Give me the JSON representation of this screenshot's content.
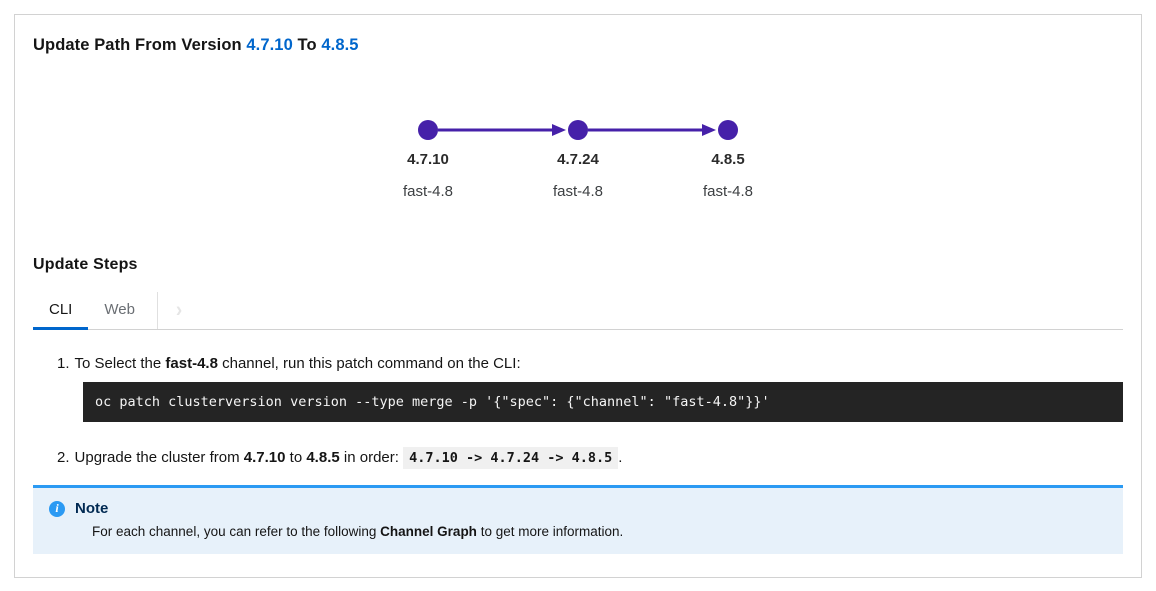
{
  "panel": {
    "title": {
      "prefix": "Update Path From Version ",
      "from_version": "4.7.10",
      "connector": " To ",
      "to_version": "4.8.5"
    }
  },
  "graph": {
    "nodes": [
      {
        "version": "4.7.10",
        "channel": "fast-4.8"
      },
      {
        "version": "4.7.24",
        "channel": "fast-4.8"
      },
      {
        "version": "4.8.5",
        "channel": "fast-4.8"
      }
    ],
    "node_icon": "graph-node-circle-icon",
    "edge_icon": "arrow-right-icon",
    "node_color": "#4621a9"
  },
  "update_steps": {
    "heading": "Update Steps",
    "tabs": [
      {
        "label": "CLI"
      },
      {
        "label": "Web"
      }
    ],
    "scroll_right_icon": "chevron-right-icon",
    "steps": [
      {
        "number": "1.",
        "text_pre": "To Select the ",
        "text_bold": "fast-4.8",
        "text_post": " channel, run this patch command on the CLI:",
        "command": "oc patch clusterversion version --type merge -p '{\"spec\": {\"channel\": \"fast-4.8\"}}'"
      },
      {
        "number": "2.",
        "text_p1": "Upgrade the cluster from ",
        "text_b1": "4.7.10",
        "text_p2": " to ",
        "text_b2": "4.8.5",
        "text_p3": " in order: ",
        "path_code": "4.7.10 -> 4.7.24 -> 4.8.5",
        "text_p4": "."
      }
    ]
  },
  "note": {
    "icon": "info-icon",
    "title": "Note",
    "text_pre": "For each channel, you can refer to the following ",
    "text_bold": "Channel Graph",
    "text_post": " to get more information."
  },
  "colors": {
    "link_blue": "#0066cc",
    "tab_active_underline": "#0066cc",
    "graph_purple": "#4621a9",
    "code_block_bg": "#242424",
    "inline_code_bg": "#f0f0f0",
    "note_bg": "#e7f1fa",
    "note_accent": "#2b9af3",
    "note_title_color": "#002952",
    "panel_border": "#d2d2d2"
  }
}
